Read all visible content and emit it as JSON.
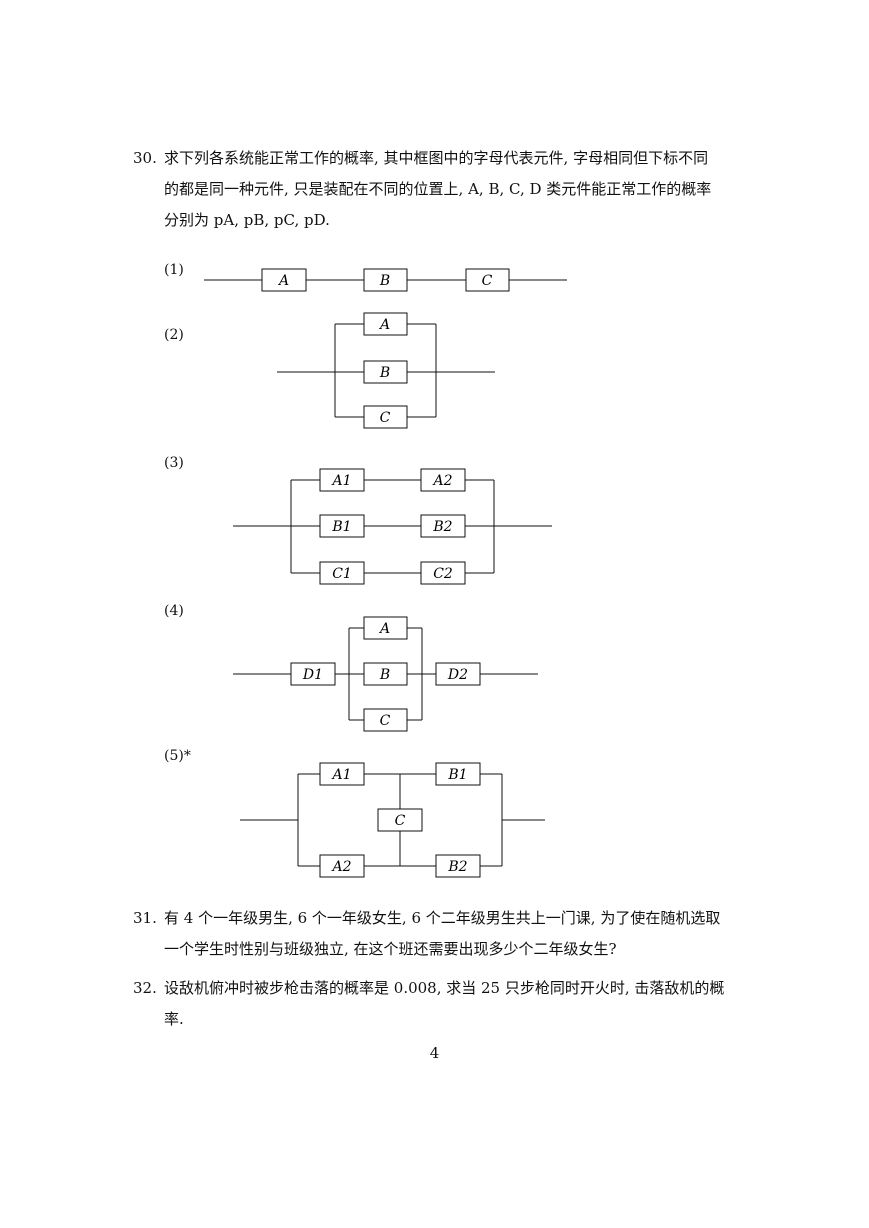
{
  "problems": {
    "p30": {
      "number": "30.",
      "lines": [
        "求下列各系统能正常工作的概率, 其中框图中的字母代表元件, 字母相同但下标不同",
        "的都是同一种元件, 只是装配在不同的位置上,  A, B, C, D 类元件能正常工作的概率",
        "分别为 pA, pB, pC, pD."
      ]
    },
    "p31": {
      "number": "31.",
      "lines": [
        "有 4 个一年级男生, 6 个一年级女生, 6 个二年级男生共上一门课, 为了使在随机选取",
        "一个学生时性别与班级独立, 在这个班还需要出现多少个二年级女生?"
      ]
    },
    "p32": {
      "number": "32.",
      "lines": [
        "设敌机俯冲时被步枪击落的概率是 0.008, 求当 25 只步枪同时开火时, 击落敌机的概",
        "率."
      ]
    }
  },
  "diagrams": {
    "labels": [
      "(1)",
      "(2)",
      "(3)",
      "(4)",
      "(5)*"
    ],
    "d1": [
      "A",
      "B",
      "C"
    ],
    "d2": [
      "A",
      "B",
      "C"
    ],
    "d3": [
      "A1",
      "A2",
      "B1",
      "B2",
      "C1",
      "C2"
    ],
    "d4": [
      "D1",
      "A",
      "B",
      "C",
      "D2"
    ],
    "d5": [
      "A1",
      "B1",
      "C",
      "A2",
      "B2"
    ]
  },
  "page_number": "4"
}
